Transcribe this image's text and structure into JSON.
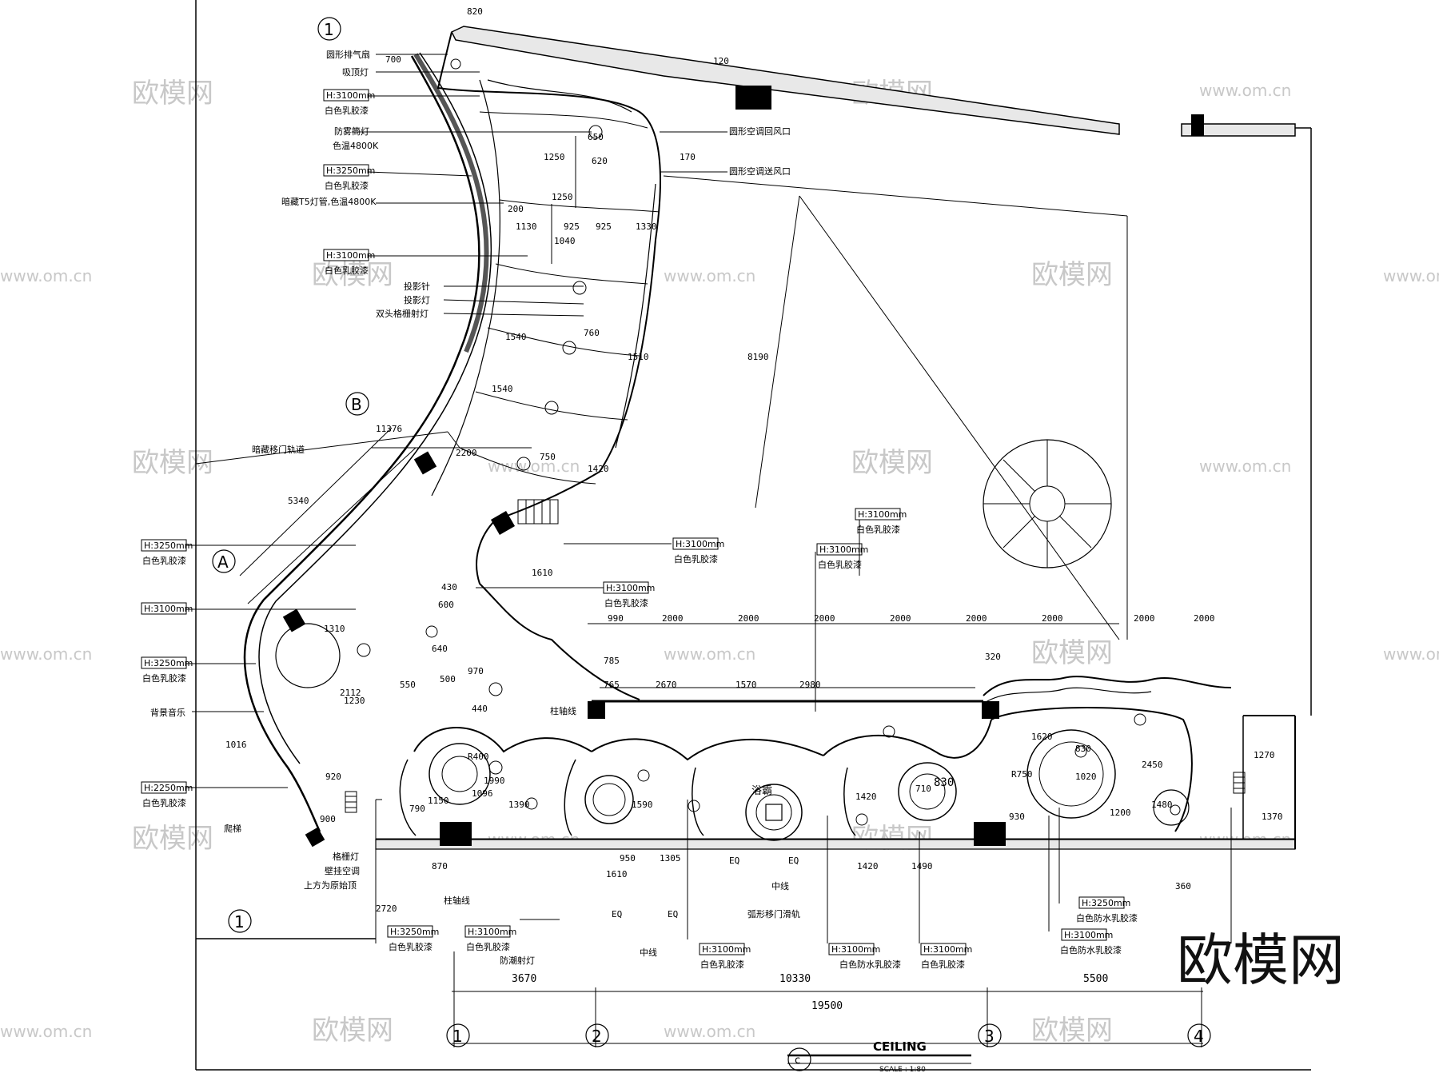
{
  "watermarks": {
    "small": "欧模网",
    "url": "www.om.cn",
    "big": "欧模网"
  },
  "title_block": {
    "title": "CEILING",
    "scale": "SCALE : 1:80",
    "circle_letter": "c"
  },
  "axes": {
    "bubbles_bottom": [
      "1",
      "2",
      "3",
      "4"
    ],
    "bubble_top": "1",
    "bubble_a": "A",
    "bubble_b": "B",
    "bubble_left_bottom": "1",
    "dims_total": "19500",
    "dims_parts": [
      "3670",
      "10330",
      "5500"
    ]
  },
  "top_dims": [
    "990",
    "2000",
    "2000",
    "2000",
    "2000",
    "2000",
    "2000",
    "2000",
    "2000"
  ],
  "dims_misc": {
    "d820": "820",
    "d700": "700",
    "d120": "120",
    "d170": "170",
    "d8190": "8190",
    "d200": "200",
    "d1130": "1130",
    "d925a": "925",
    "d925b": "925",
    "d1330": "1330",
    "d1040": "1040",
    "d1250a": "1250",
    "d1250b": "1250",
    "d650": "650",
    "d620": "620",
    "d1540a": "1540",
    "d1540b": "1540",
    "d1510": "1510",
    "d1420": "1420",
    "d760": "760",
    "d750": "750",
    "d5340": "5340",
    "d11376": "11376",
    "d2200": "2200",
    "d1610": "1610",
    "d2670": "2670",
    "d1570": "1570",
    "d2980": "2980",
    "d785": "785",
    "d765": "765",
    "d320": "320",
    "d1620": "1620",
    "d830": "830",
    "d1020": "1020",
    "d2450": "2450",
    "d1480": "1480",
    "d1270": "1270",
    "d1370": "1370",
    "d930": "930",
    "d1200": "1200",
    "d1990": "1990",
    "d1096": "1096",
    "d1390": "1390",
    "d1590": "1590",
    "d950": "950",
    "d1305": "1305",
    "d1610b": "1610",
    "d1420b": "1420",
    "d1490": "1490",
    "d360": "360",
    "d2720": "2720",
    "d920": "920",
    "d900": "900",
    "d790": "790",
    "d870": "870",
    "d1310": "1310",
    "d2112": "2112",
    "d1230": "1230",
    "d1016": "1016",
    "d640": "640",
    "d600": "600",
    "d430": "430",
    "d500": "500",
    "d970": "970",
    "d440": "440",
    "d550": "550",
    "d1150": "1150",
    "d1420c": "1420",
    "d710": "710",
    "d830b": "830",
    "eq": "EQ",
    "r400": "R400",
    "r750": "R750"
  },
  "labels": {
    "exhaust_fan": "圆形排气扇",
    "ceiling_lamp": "吸顶灯",
    "h3100_a": "H:3100mm",
    "paint_a": "白色乳胶漆",
    "fog_lamp": "防雾筒灯",
    "color_temp": "色温4800K",
    "h3250_a": "H:3250mm",
    "paint_b": "白色乳胶漆",
    "t5": "暗藏T5灯管,色温4800K",
    "h3100_b": "H:3100mm",
    "paint_c": "白色乳胶漆",
    "proj_pin": "投影针",
    "proj_lamp": "投影灯",
    "grille_lamp": "双头格栅射灯",
    "hidden_track": "暗藏移门轨道",
    "h3250_c": "H:3250mm",
    "paint_d": "白色乳胶漆",
    "h3100_c": "H:3100mm",
    "h3250_d": "H:3250mm",
    "paint_e": "白色乳胶漆",
    "bg_music": "背景音乐",
    "h2250": "H:2250mm",
    "paint_f": "白色乳胶漆",
    "ladder": "爬梯",
    "grille_lamp2": "格栅灯",
    "wall_ac": "壁挂空调",
    "orig_top": "上方为原始顶",
    "ac_return": "圆形空调回风口",
    "ac_supply": "圆形空调送风口",
    "h3100_d": "H:3100mm",
    "paint_g": "白色乳胶漆",
    "h3100_e": "H:3100mm",
    "paint_h": "白色乳胶漆",
    "h3100_f": "H:3100mm",
    "paint_i": "白色乳胶漆",
    "h3100_g": "H:3100mm",
    "paint_j": "白色乳胶漆",
    "col_axis_a": "柱轴线",
    "col_axis_b": "柱轴线",
    "bath_heater": "浴霸",
    "h3250_e": "H:3250mm",
    "paint_k": "白色乳胶漆",
    "h3100_h": "H:3100mm",
    "paint_l": "白色乳胶漆",
    "moist_lamp": "防潮射灯",
    "center_a": "中线",
    "center_b": "中线",
    "arc_slide": "弧形移门滑轨",
    "h3100_i": "H:3100mm",
    "paint_m": "白色乳胶漆",
    "h3100_j": "H:3100mm",
    "paint_water_a": "白色防水乳胶漆",
    "h3100_k": "H:3100mm",
    "paint_n": "白色乳胶漆",
    "h3250_f": "H:3250mm",
    "paint_water_b": "白色防水乳胶漆",
    "h3100_l": "H:3100mm",
    "paint_water_c": "白色防水乳胶漆"
  }
}
